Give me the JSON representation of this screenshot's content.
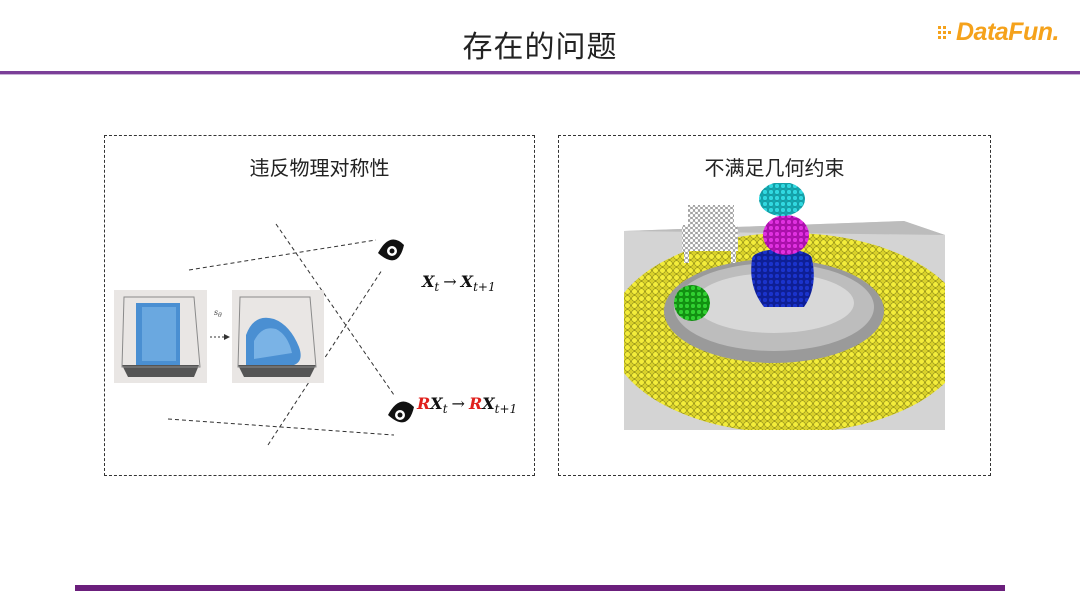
{
  "slide": {
    "title": "存在的问题",
    "logo": "DataFun."
  },
  "left_panel": {
    "title": "违反物理对称性",
    "cube_label": "s",
    "cube_label_sub": "θ",
    "eq1": {
      "x": "X",
      "t": "t",
      "arrow": "→",
      "next": "X",
      "tn": "t+1"
    },
    "eq2": {
      "r": "R",
      "x": "X",
      "t": "t",
      "arrow": "→",
      "r2": "R",
      "next": "X",
      "tn": "t+1"
    }
  },
  "right_panel": {
    "title": "不满足几何约束"
  },
  "colors": {
    "accent_purple": "#7b3f98",
    "bottom_bar": "#6b1f7c",
    "logo_orange": "#f5a21b",
    "highlight_red": "#e0201c"
  }
}
